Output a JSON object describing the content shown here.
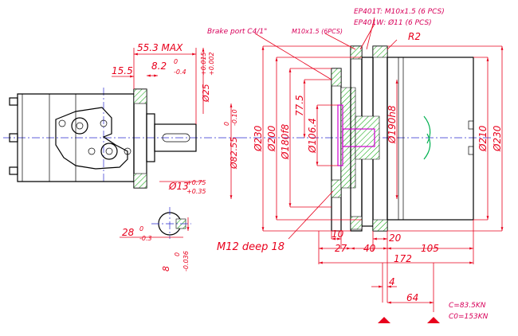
{
  "left_view": {
    "dim_flange_width": "55.3 MAX",
    "dim_offset": "15.5",
    "dim_shoulder": "8.2",
    "dim_shoulder_tol_hi": "0",
    "dim_shoulder_tol_lo": "-0.4",
    "dim_pilot": "Ø25",
    "dim_pilot_tol_hi": "+0.015",
    "dim_pilot_tol_lo": "+0.002",
    "dim_shaft": "Ø82.55",
    "dim_shaft_tol_hi": "0",
    "dim_shaft_tol_lo": "-0.10",
    "dim_bore": "Ø13",
    "dim_bore_tol_hi": "+0.75",
    "dim_bore_tol_lo": "+0.35",
    "dim_key_height": "28",
    "dim_key_height_tol_hi": "0",
    "dim_key_height_tol_lo": "-0.3",
    "dim_key_width": "8",
    "dim_key_width_tol_hi": "0",
    "dim_key_width_tol_lo": "-0.036"
  },
  "right_view": {
    "label_brake_port": "Brake port  C4/1\"",
    "label_thread_a": "M10x1.5 (6PCS)",
    "label_ep401t": "EP401T:  M10x1.5 (6  PCS)",
    "label_ep401w": "EP401W:  Ø11 (6  PCS)",
    "label_r2": "R2",
    "dim_d230_left": "Ø230",
    "dim_d200": "Ø200",
    "dim_d180": "Ø180f8",
    "dim_775": "77.5",
    "dim_d1064": "Ø106.4",
    "dim_d190": "Ø190h8",
    "dim_d210": "Ø210",
    "dim_d230_right": "Ø230",
    "label_tap": "M12  deep  18",
    "dim_10": "10",
    "dim_27": "27",
    "dim_40": "40",
    "dim_20": "20",
    "dim_105": "105",
    "dim_172": "172",
    "dim_4": "4",
    "dim_64": "64",
    "label_c": "C=83.5KN",
    "label_c0": "C0=153KN"
  },
  "colors": {
    "dimension": "#e8001c",
    "centerline": "#2b2bd0",
    "highlight": "#d000d0",
    "seal": "#00b050"
  }
}
